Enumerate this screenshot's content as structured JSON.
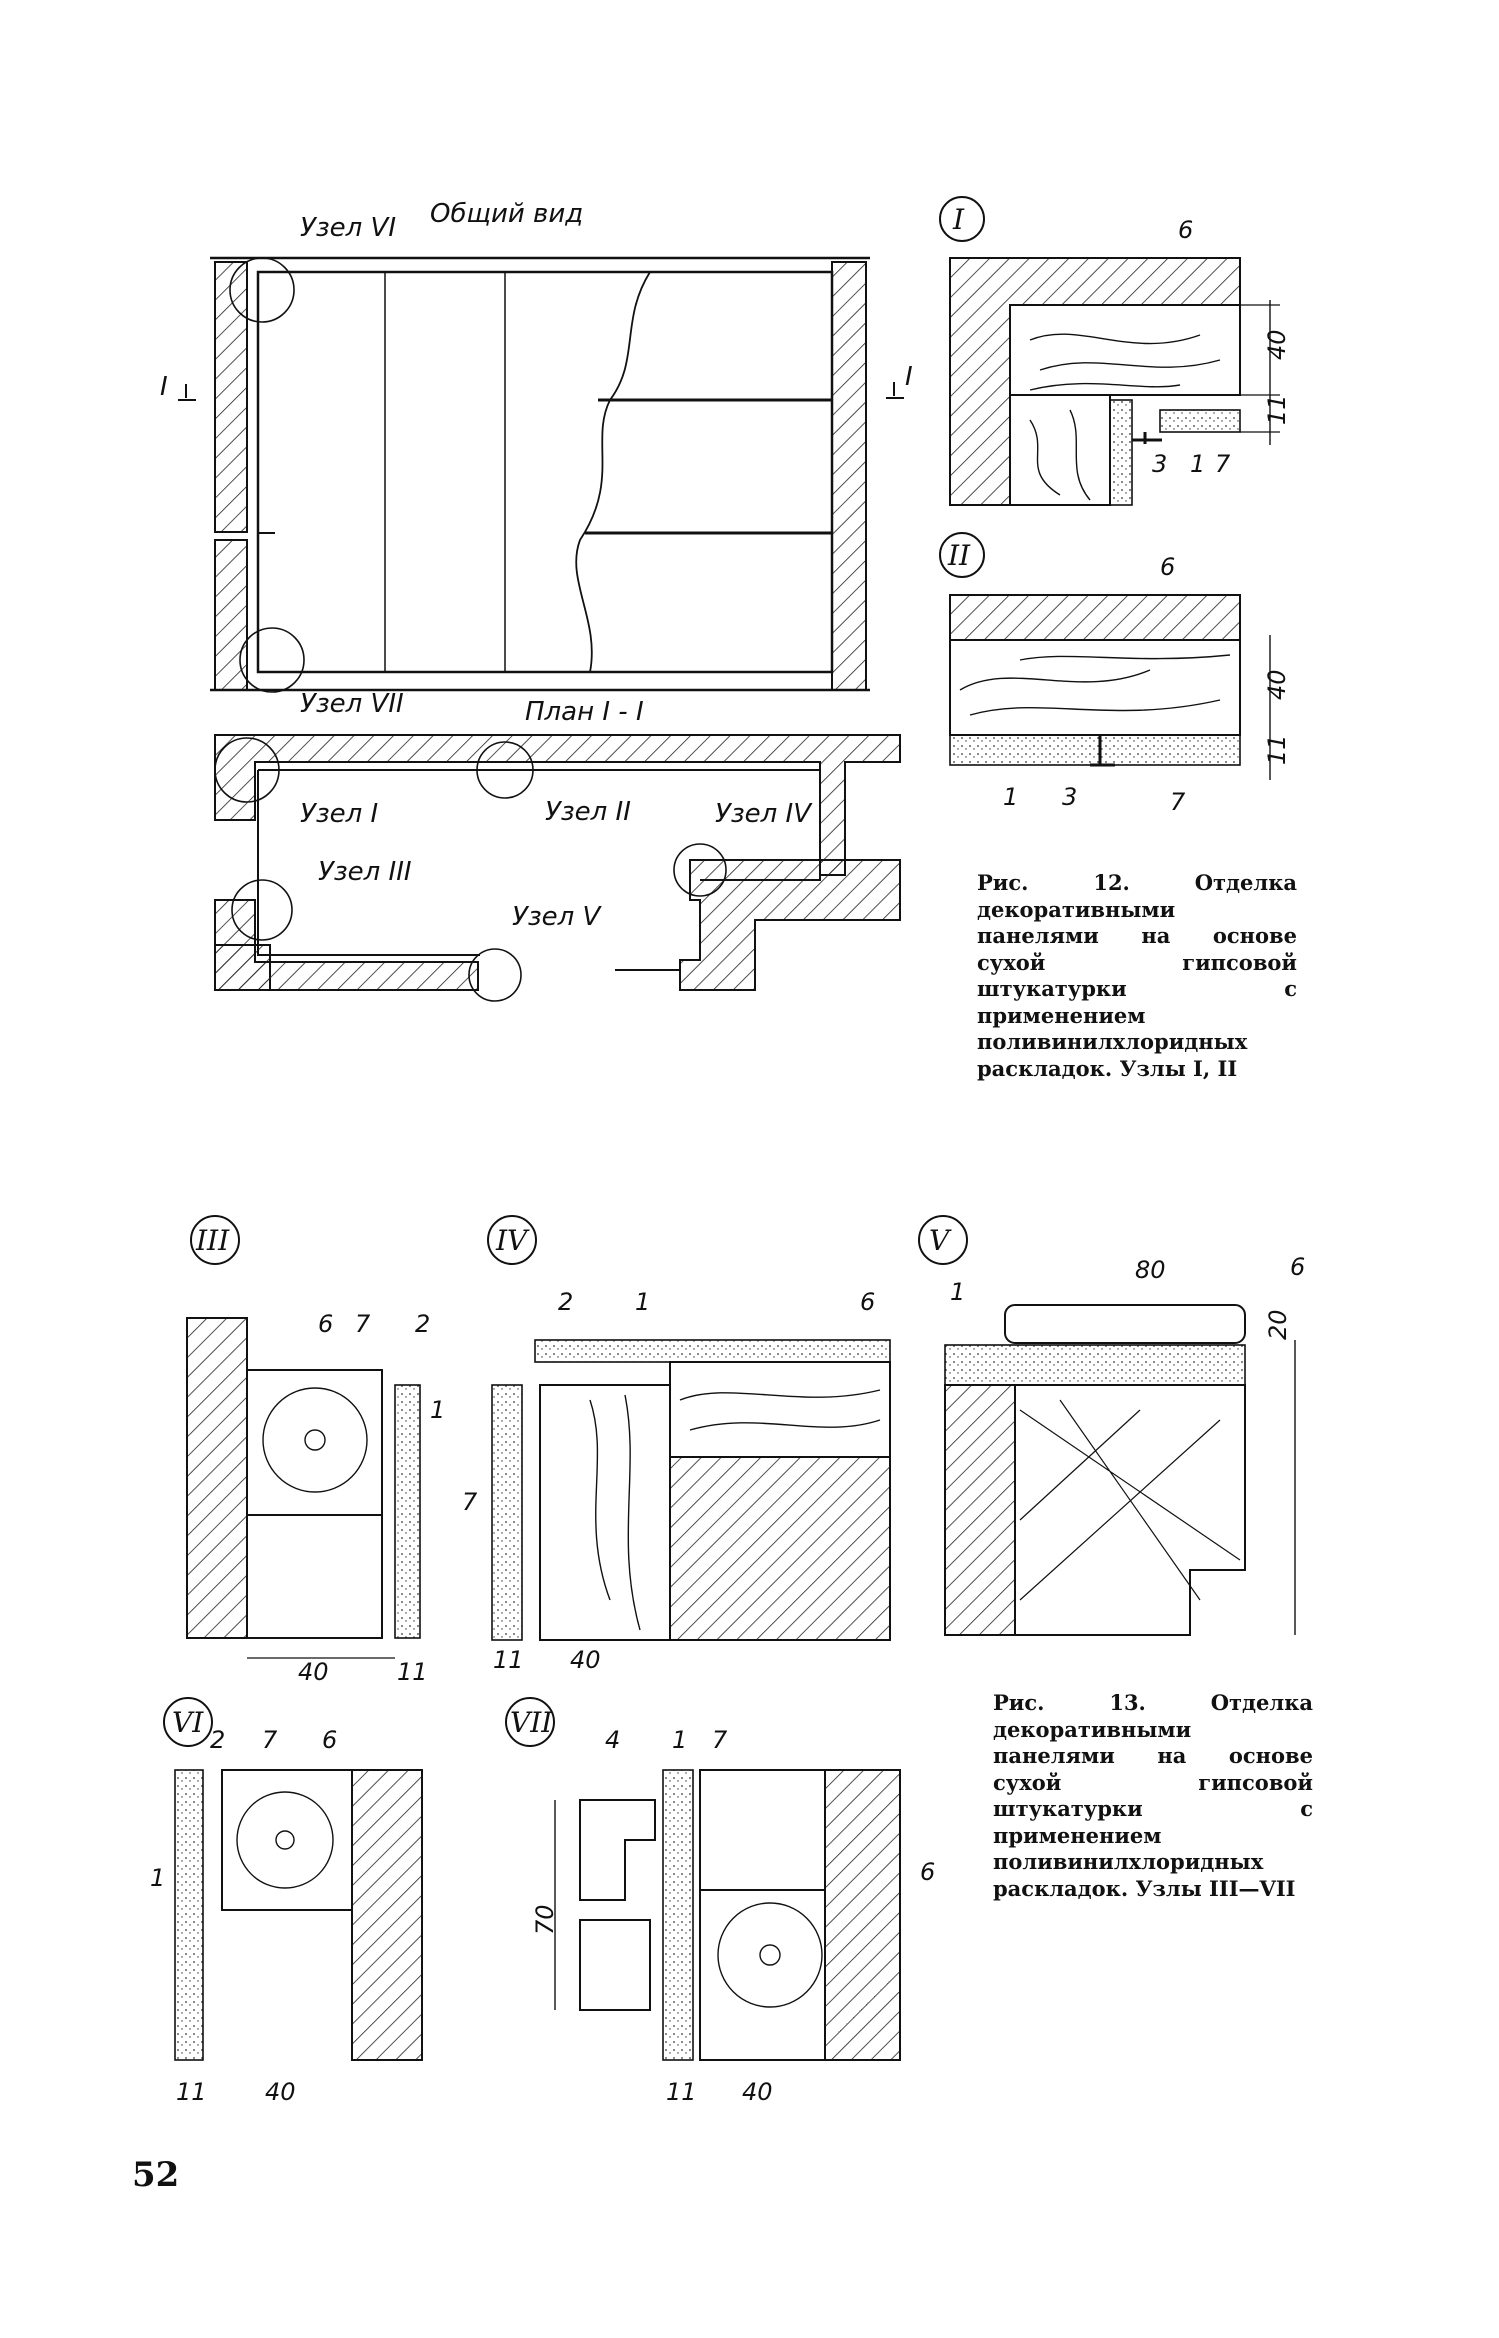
{
  "top": {
    "general_view_title": "Общий вид",
    "plan_title": "План I - I",
    "section_mark": "I",
    "nodes": {
      "n1": "Узел I",
      "n2": "Узел II",
      "n3": "Узел III",
      "n4": "Узел IV",
      "n5": "Узел V",
      "n6": "Узел VI",
      "n7": "Узел VII"
    }
  },
  "detail_I": {
    "number": "I",
    "labels": [
      "6",
      "3",
      "1",
      "7"
    ],
    "dims": [
      "40",
      "11"
    ]
  },
  "detail_II": {
    "number": "II",
    "labels": [
      "6",
      "1",
      "3",
      "7"
    ],
    "dims": [
      "40",
      "11"
    ]
  },
  "fig12_caption": "Рис. 12. Отделка декоративными панелями на основе сухой гипсовой штукатурки с применением поливинилхлоридных раскладок. Узлы I, II",
  "detail_III": {
    "number": "III",
    "labels": [
      "6",
      "7",
      "2",
      "1"
    ],
    "dims": [
      "40",
      "11"
    ]
  },
  "detail_IV": {
    "number": "IV",
    "labels": [
      "2",
      "1",
      "6",
      "7"
    ],
    "dims": [
      "11",
      "40"
    ]
  },
  "detail_V": {
    "number": "V",
    "labels": [
      "1",
      "6"
    ],
    "dims": [
      "80",
      "20"
    ]
  },
  "detail_VI": {
    "number": "VI",
    "labels": [
      "2",
      "7",
      "6",
      "1"
    ],
    "dims": [
      "11",
      "40"
    ]
  },
  "detail_VII": {
    "number": "VII",
    "labels": [
      "4",
      "1",
      "7",
      "6"
    ],
    "dims": [
      "70",
      "11",
      "40"
    ]
  },
  "fig13_caption": "Рис. 13. Отделка декоративными панелями на основе сухой гипсовой штукатурки с применением поливинилхлоридных раскладок. Узлы III—VII",
  "page_number": "52"
}
